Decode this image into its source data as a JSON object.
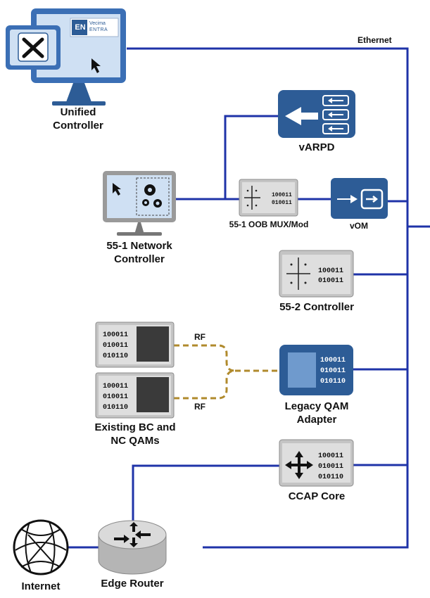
{
  "labels": {
    "ethernet": "Ethernet",
    "unified_controller": [
      "Unified",
      "Controller"
    ],
    "varpd": "vARPD",
    "network_controller": [
      "55-1 Network",
      "Controller"
    ],
    "oob_mux": "55-1 OOB MUX/Mod",
    "vom": "vOM",
    "controller_55_2": "55-2 Controller",
    "rf_top": "RF",
    "rf_bottom": "RF",
    "legacy_qam": [
      "Legacy QAM",
      "Adapter"
    ],
    "existing_qams": [
      "Existing BC and",
      "NC QAMs"
    ],
    "ccap_core": "CCAP Core",
    "internet": "Internet",
    "edge_router": "Edge Router"
  },
  "logo": {
    "left": "EN",
    "right_top": "Vecima",
    "right_bottom": "ENTRA"
  },
  "device_codes": {
    "oob_mux": [
      "100011",
      "010011"
    ],
    "controller_55_2": [
      "100011",
      "010011"
    ],
    "existing_qam_1": [
      "100011",
      "010011",
      "010110"
    ],
    "existing_qam_2": [
      "100011",
      "010011",
      "010110"
    ],
    "legacy_qam": [
      "100011",
      "010011",
      "010110"
    ],
    "ccap_core": [
      "100011",
      "010011",
      "010110"
    ]
  },
  "colors": {
    "link": "#1f33a8",
    "rf_link": "#b08a2c",
    "device_blue": "#2d5c96",
    "monitor_blue": "#3b6fb5",
    "gray_device": "#b9b9b9"
  }
}
